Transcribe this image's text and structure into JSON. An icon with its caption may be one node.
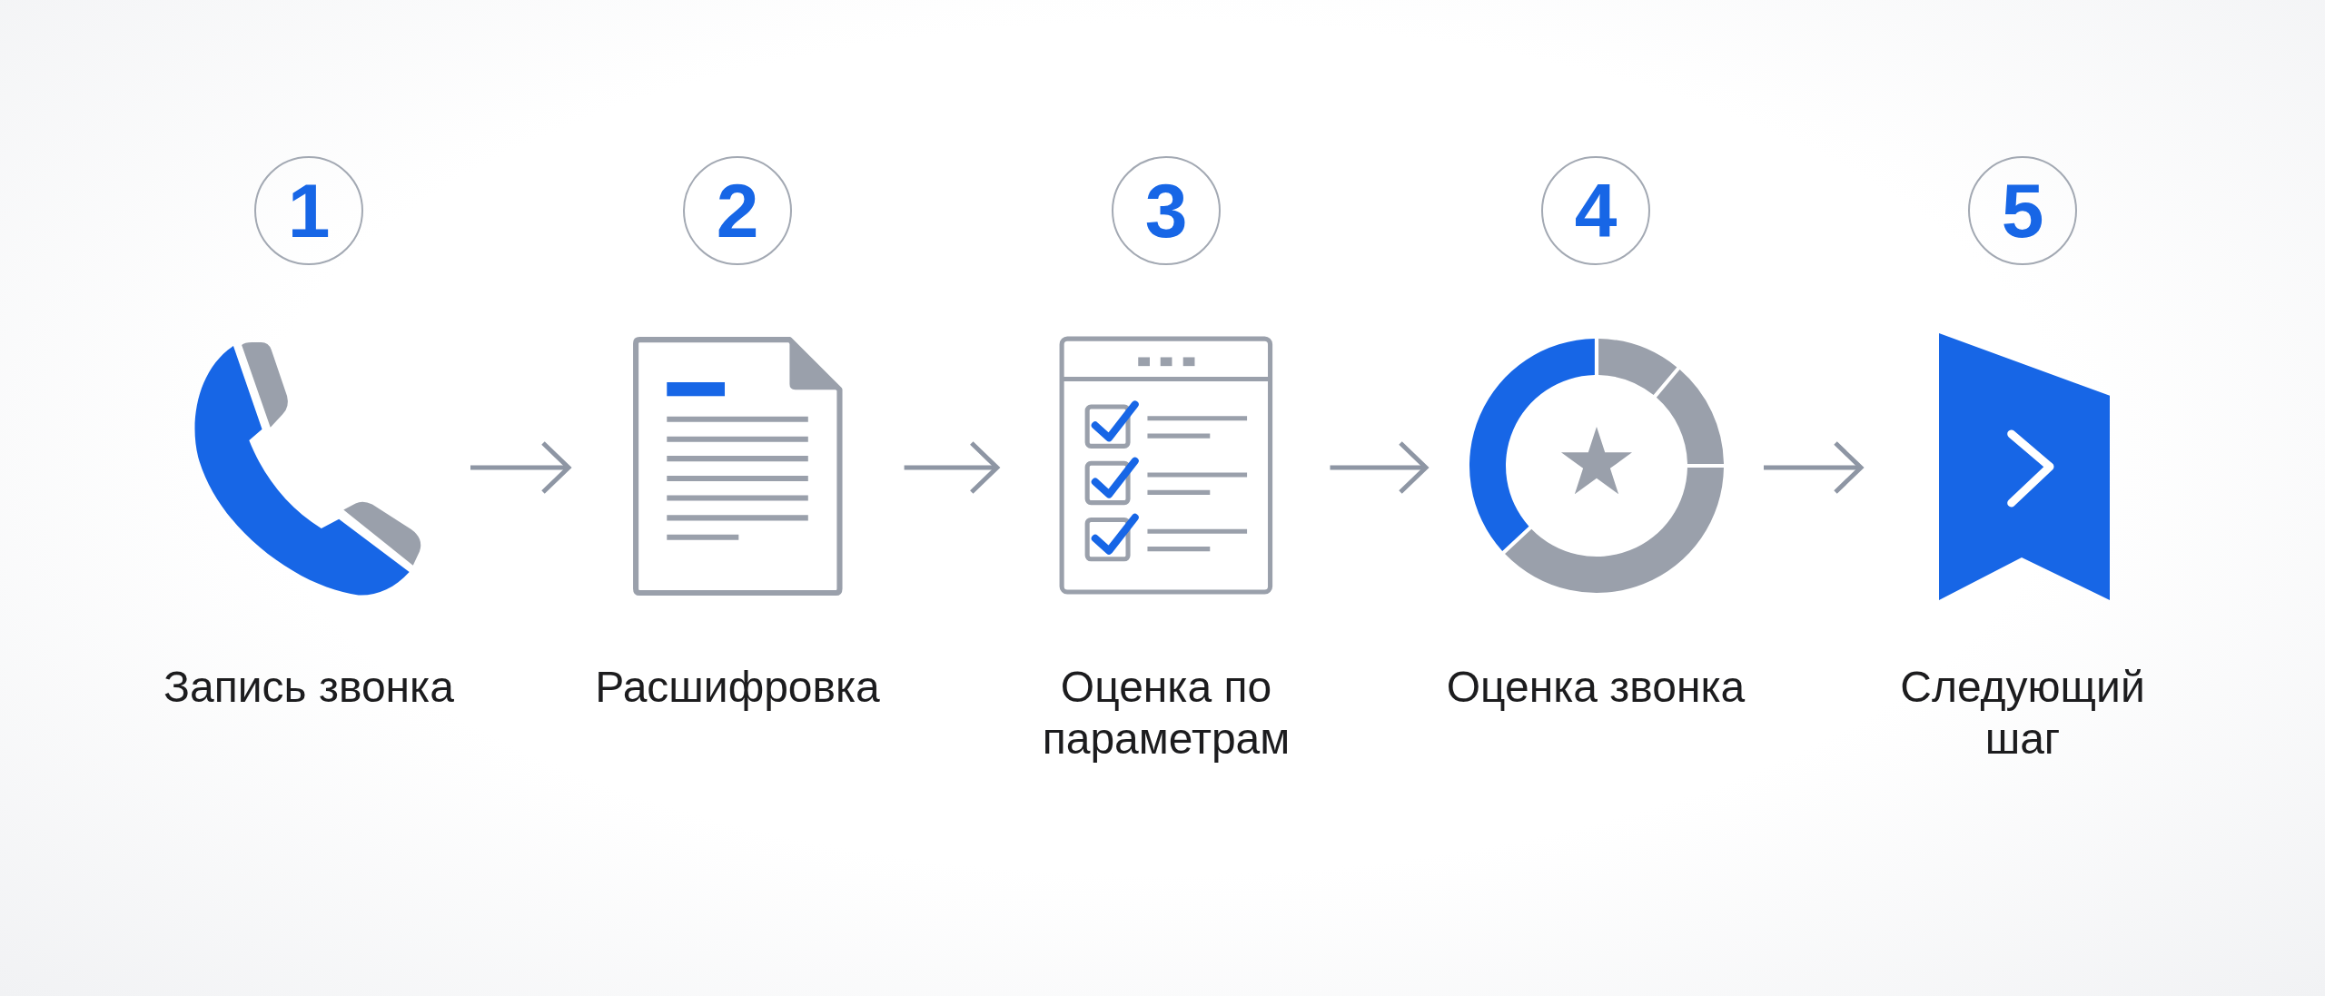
{
  "diagram": {
    "nodes": [
      {
        "text": [
          "1"
        ]
      },
      {
        "text": [
          "2"
        ]
      },
      {
        "text": [
          "3"
        ]
      },
      {
        "text": [
          "4"
        ]
      },
      {
        "text": [
          "5"
        ]
      },
      {
        "text": [],
        "shape": "picture",
        "beside": [
          "Запись звонка"
        ]
      },
      {
        "text": [],
        "shape": "picture",
        "beside": [
          "Расшифровка"
        ]
      },
      {
        "text": [],
        "shape": "picture",
        "beside": [
          "Оценка по параметрам"
        ]
      },
      {
        "text": [],
        "shape": "picture",
        "beside": [
          "Оценка звонка"
        ]
      },
      {
        "text": [],
        "shape": "picture",
        "beside": [
          "Следующий шаг"
        ]
      }
    ],
    "edges": [
      {
        "from": 5,
        "to": 6,
        "arrow": "to"
      },
      {
        "from": 6,
        "to": 7,
        "arrow": "to"
      },
      {
        "from": 7,
        "to": 8,
        "arrow": "to"
      },
      {
        "from": 8,
        "to": 9,
        "arrow": "to"
      }
    ]
  }
}
